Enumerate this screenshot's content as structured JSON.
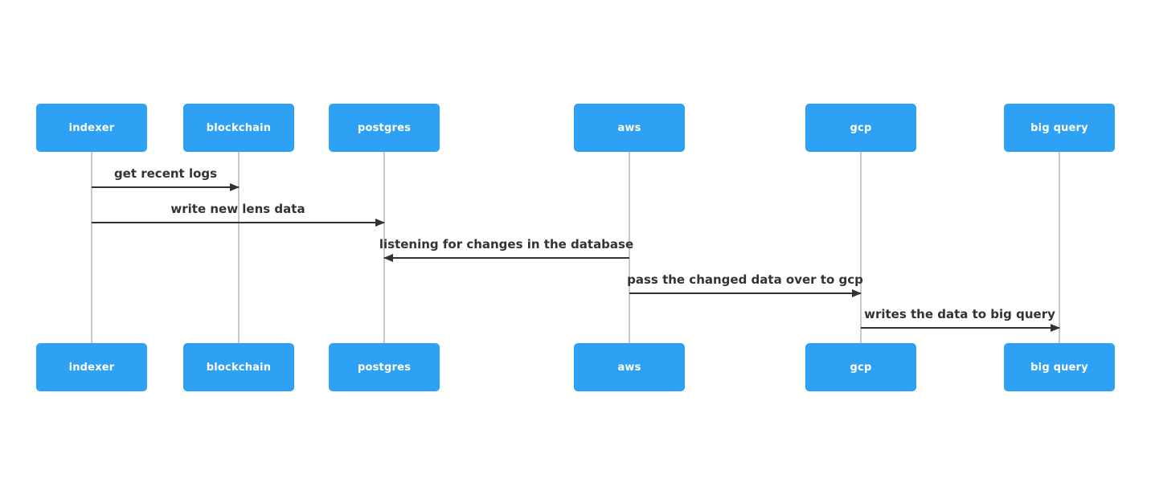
{
  "diagram": {
    "type": "sequence",
    "actors": [
      {
        "label": "indexer"
      },
      {
        "label": "blockchain"
      },
      {
        "label": "postgres"
      },
      {
        "label": "aws"
      },
      {
        "label": "gcp"
      },
      {
        "label": "big query"
      }
    ],
    "messages": [
      {
        "label": "get recent logs",
        "from": "indexer",
        "to": "blockchain",
        "direction": "right"
      },
      {
        "label": "write new lens data",
        "from": "indexer",
        "to": "postgres",
        "direction": "right"
      },
      {
        "label": "listening for changes in the database",
        "from": "aws",
        "to": "postgres",
        "direction": "left"
      },
      {
        "label": "pass the changed data over to gcp",
        "from": "aws",
        "to": "gcp",
        "direction": "right"
      },
      {
        "label": "writes the data to big query",
        "from": "gcp",
        "to": "big query",
        "direction": "right"
      }
    ],
    "colors": {
      "actor_fill": "#2EA1F4",
      "actor_text": "#FFFFFF",
      "lifeline": "#C9C9C9",
      "arrow": "#333333",
      "message_text": "#333333",
      "background": "#FFFFFF"
    }
  }
}
